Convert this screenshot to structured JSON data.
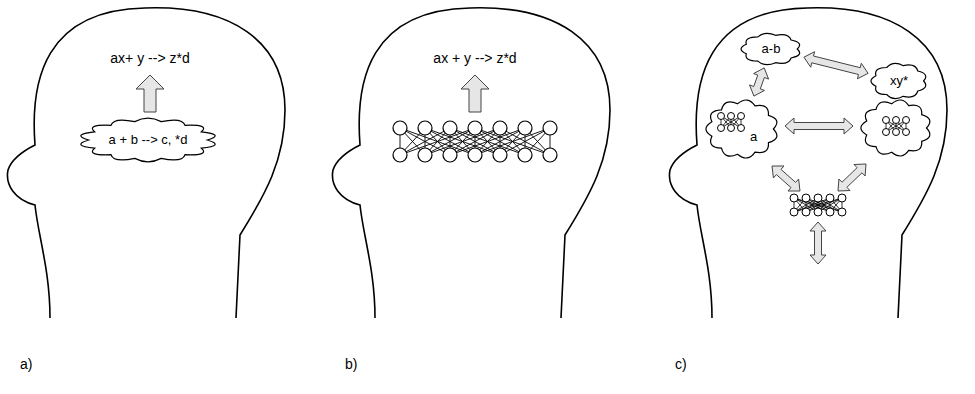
{
  "diagram": {
    "nodes": [
      {
        "text": [
          "a + b --> c, *d"
        ]
      },
      {
        "text": [
          "a-b"
        ]
      },
      {
        "text": [
          "xy*"
        ]
      },
      {
        "text": [
          "a"
        ]
      }
    ],
    "edges": [
      {
        "from": 1,
        "to": 2,
        "arrow": "both"
      },
      {
        "from": 1,
        "to": 3,
        "arrow": "both"
      }
    ],
    "labels": [
      "ax+ y --> z*d",
      "ax + y --> z*d",
      "a)",
      "b)",
      "c)"
    ]
  }
}
